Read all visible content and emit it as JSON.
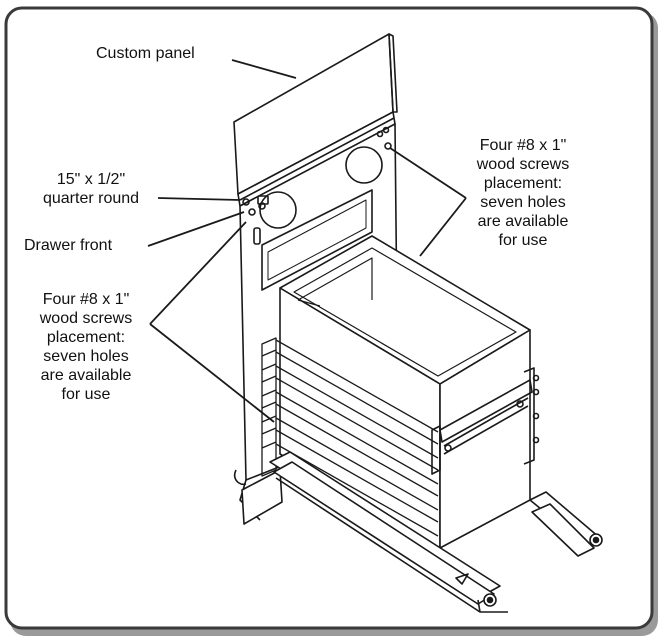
{
  "labels": {
    "custom_panel": "Custom panel",
    "quarter_round_line1": "15\" x 1/2\"",
    "quarter_round_line2": "quarter round",
    "drawer_front": "Drawer front",
    "screws_left": [
      "Four #8 x 1\"",
      "wood screws",
      "placement:",
      "seven holes",
      "are available",
      "for use"
    ],
    "screws_right": [
      "Four #8 x 1\"",
      "wood screws",
      "placement:",
      "seven holes",
      "are available",
      "for use"
    ]
  }
}
